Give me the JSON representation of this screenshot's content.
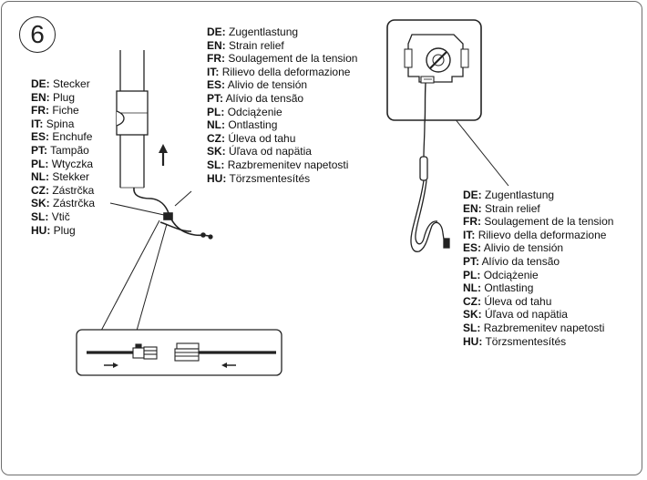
{
  "step": {
    "number": "6"
  },
  "plug_labels": [
    {
      "lang": "DE:",
      "text": "Stecker"
    },
    {
      "lang": "EN:",
      "text": "Plug"
    },
    {
      "lang": "FR:",
      "text": "Fiche"
    },
    {
      "lang": "IT:",
      "text": "Spina"
    },
    {
      "lang": "ES:",
      "text": "Enchufe"
    },
    {
      "lang": "PT:",
      "text": "Tampão"
    },
    {
      "lang": "PL:",
      "text": "Wtyczka"
    },
    {
      "lang": "NL:",
      "text": "Stekker"
    },
    {
      "lang": "CZ:",
      "text": "Zástrčka"
    },
    {
      "lang": "SK:",
      "text": "Zástrčka"
    },
    {
      "lang": "SL:",
      "text": "Vtič"
    },
    {
      "lang": "HU:",
      "text": "Plug"
    }
  ],
  "strain_relief_labels": [
    {
      "lang": "DE:",
      "text": "Zugentlastung"
    },
    {
      "lang": "EN:",
      "text": "Strain relief"
    },
    {
      "lang": "FR:",
      "text": "Soulagement de la tension"
    },
    {
      "lang": "IT:",
      "text": "Rilievo della deformazione"
    },
    {
      "lang": "ES:",
      "text": "Alivio de tensión"
    },
    {
      "lang": "PT:",
      "text": "Alívio da tensão"
    },
    {
      "lang": "PL:",
      "text": "Odciążenie"
    },
    {
      "lang": "NL:",
      "text": "Ontlasting"
    },
    {
      "lang": "CZ:",
      "text": "Úleva od tahu"
    },
    {
      "lang": "SK:",
      "text": "Úľava od napätia"
    },
    {
      "lang": "SL:",
      "text": "Razbremenitev napetosti"
    },
    {
      "lang": "HU:",
      "text": "Törzsmentesítés"
    }
  ]
}
